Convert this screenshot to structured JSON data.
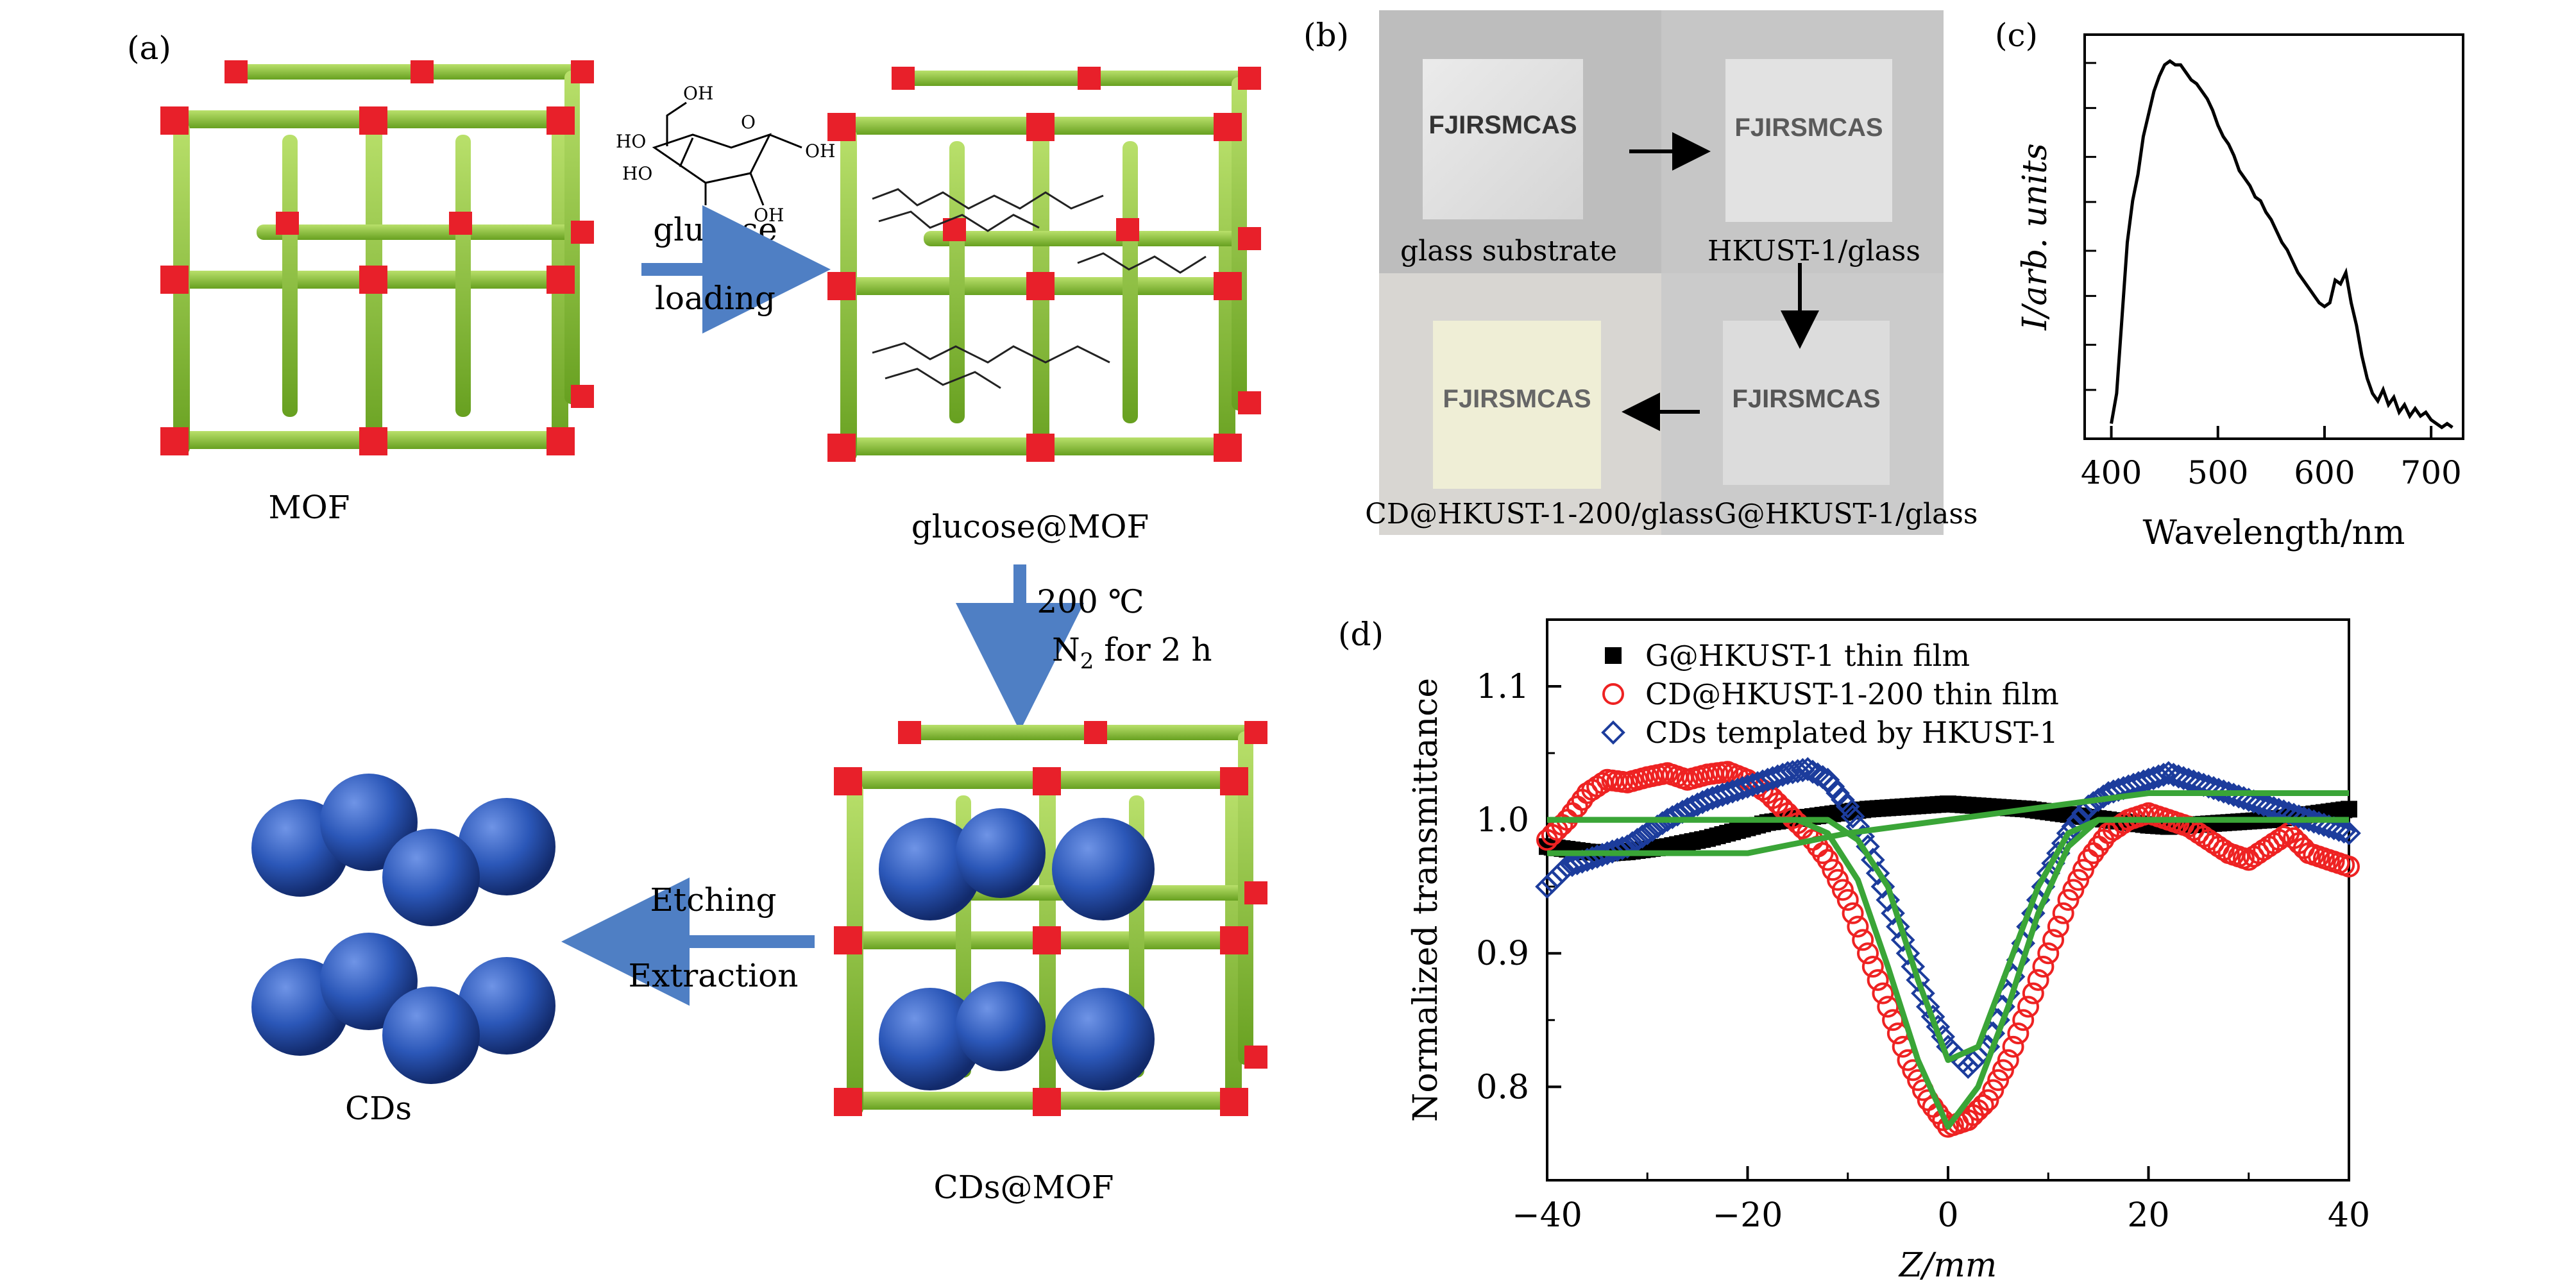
{
  "panel_a": {
    "label": "(a)",
    "mof_label": "MOF",
    "glucose_mof_label": "glucose@MOF",
    "cds_mof_label": "CDs@MOF",
    "cds_label": "CDs",
    "step1_top": "glucose",
    "step1_bottom": "loading",
    "step2_line1": "200 ℃",
    "step2_line2_n": "N",
    "step2_line2_sub": "2",
    "step2_line2_rest": " for 2 h",
    "step3_top": "Etching",
    "step3_bottom": "Extraction",
    "molecule_labels": [
      "OH",
      "O",
      "HO",
      "HO",
      "OH",
      "OH"
    ],
    "colors": {
      "linker": "#8cc63f",
      "node": "#e8202a",
      "sphere": "#2b57b8",
      "arrow": "#4f7fc4"
    }
  },
  "panel_b": {
    "label": "(b)",
    "substrate_text": "FJIRSMCAS",
    "captions": [
      "glass substrate",
      "HKUST-1/glass",
      "G@HKUST-1/glass",
      "CD@HKUST-1-200/glass"
    ]
  },
  "panel_c": {
    "label": "(c)",
    "chart_data": {
      "type": "line",
      "xlabel": "Wavelength/nm",
      "ylabel": "I/arb. units",
      "xlim": [
        375,
        730
      ],
      "xticks": [
        400,
        500,
        600,
        700
      ],
      "ylim": [
        0,
        1.07
      ],
      "series": [
        {
          "values": [
            [
              400,
              0.04
            ],
            [
              405,
              0.12
            ],
            [
              410,
              0.32
            ],
            [
              415,
              0.52
            ],
            [
              420,
              0.63
            ],
            [
              425,
              0.7
            ],
            [
              430,
              0.8
            ],
            [
              435,
              0.86
            ],
            [
              440,
              0.92
            ],
            [
              445,
              0.96
            ],
            [
              450,
              0.99
            ],
            [
              455,
              1.0
            ],
            [
              460,
              0.99
            ],
            [
              465,
              0.99
            ],
            [
              470,
              0.97
            ],
            [
              475,
              0.95
            ],
            [
              480,
              0.94
            ],
            [
              485,
              0.92
            ],
            [
              490,
              0.9
            ],
            [
              495,
              0.87
            ],
            [
              500,
              0.83
            ],
            [
              505,
              0.8
            ],
            [
              510,
              0.78
            ],
            [
              515,
              0.75
            ],
            [
              520,
              0.71
            ],
            [
              525,
              0.69
            ],
            [
              530,
              0.67
            ],
            [
              535,
              0.64
            ],
            [
              540,
              0.63
            ],
            [
              545,
              0.6
            ],
            [
              550,
              0.58
            ],
            [
              555,
              0.55
            ],
            [
              560,
              0.52
            ],
            [
              565,
              0.5
            ],
            [
              570,
              0.47
            ],
            [
              575,
              0.44
            ],
            [
              580,
              0.42
            ],
            [
              585,
              0.4
            ],
            [
              590,
              0.38
            ],
            [
              595,
              0.36
            ],
            [
              600,
              0.35
            ],
            [
              605,
              0.36
            ],
            [
              610,
              0.42
            ],
            [
              615,
              0.41
            ],
            [
              620,
              0.44
            ],
            [
              625,
              0.36
            ],
            [
              630,
              0.3
            ],
            [
              635,
              0.22
            ],
            [
              640,
              0.16
            ],
            [
              645,
              0.12
            ],
            [
              650,
              0.1
            ],
            [
              655,
              0.13
            ],
            [
              660,
              0.09
            ],
            [
              665,
              0.11
            ],
            [
              670,
              0.07
            ],
            [
              675,
              0.09
            ],
            [
              680,
              0.06
            ],
            [
              685,
              0.08
            ],
            [
              690,
              0.06
            ],
            [
              695,
              0.07
            ],
            [
              700,
              0.05
            ],
            [
              705,
              0.04
            ],
            [
              710,
              0.03
            ],
            [
              715,
              0.04
            ],
            [
              720,
              0.03
            ]
          ]
        }
      ]
    }
  },
  "panel_d": {
    "label": "(d)",
    "chart_data": {
      "type": "scatter",
      "xlabel": "Z/mm",
      "ylabel": "Normalized transmittance",
      "xlim": [
        -40,
        40
      ],
      "ylim": [
        0.73,
        1.15
      ],
      "xticks": [
        -40,
        -20,
        0,
        20,
        40
      ],
      "yticks": [
        0.8,
        0.9,
        1.0,
        1.1
      ],
      "tick_labels_x": [
        "−40",
        "−20",
        "0",
        "20",
        "40"
      ],
      "tick_labels_y": [
        "0.8",
        "0.9",
        "1.0",
        "1.1"
      ],
      "series": [
        {
          "name": "G@HKUST-1 thin film",
          "color": "#000000",
          "marker": "square",
          "values": [
            [
              -40,
              0.98
            ],
            [
              -38,
              0.978
            ],
            [
              -36,
              0.976
            ],
            [
              -34,
              0.975
            ],
            [
              -32,
              0.976
            ],
            [
              -30,
              0.978
            ],
            [
              -28,
              0.98
            ],
            [
              -26,
              0.983
            ],
            [
              -24,
              0.986
            ],
            [
              -22,
              0.99
            ],
            [
              -20,
              0.994
            ],
            [
              -18,
              0.998
            ],
            [
              -16,
              1.0
            ],
            [
              -14,
              1.002
            ],
            [
              -12,
              1.004
            ],
            [
              -10,
              1.006
            ],
            [
              -8,
              1.008
            ],
            [
              -6,
              1.009
            ],
            [
              -4,
              1.01
            ],
            [
              -2,
              1.011
            ],
            [
              0,
              1.012
            ],
            [
              2,
              1.011
            ],
            [
              4,
              1.01
            ],
            [
              6,
              1.009
            ],
            [
              8,
              1.008
            ],
            [
              10,
              1.006
            ],
            [
              12,
              1.004
            ],
            [
              14,
              1.002
            ],
            [
              16,
              1.0
            ],
            [
              18,
              0.998
            ],
            [
              20,
              0.996
            ],
            [
              22,
              0.995
            ],
            [
              24,
              0.996
            ],
            [
              26,
              0.997
            ],
            [
              28,
              0.998
            ],
            [
              30,
              0.999
            ],
            [
              32,
              1.0
            ],
            [
              34,
              1.002
            ],
            [
              36,
              1.004
            ],
            [
              38,
              1.006
            ],
            [
              40,
              1.008
            ]
          ]
        },
        {
          "name": "CD@HKUST-1-200 thin film",
          "color": "#ee2222",
          "marker": "circle",
          "values": [
            [
              -40,
              0.985
            ],
            [
              -38,
              1.0
            ],
            [
              -36,
              1.02
            ],
            [
              -34,
              1.03
            ],
            [
              -32,
              1.028
            ],
            [
              -30,
              1.032
            ],
            [
              -28,
              1.035
            ],
            [
              -26,
              1.03
            ],
            [
              -24,
              1.034
            ],
            [
              -22,
              1.036
            ],
            [
              -20,
              1.03
            ],
            [
              -18,
              1.02
            ],
            [
              -16,
              1.005
            ],
            [
              -14,
              0.99
            ],
            [
              -12,
              0.97
            ],
            [
              -10,
              0.94
            ],
            [
              -8,
              0.9
            ],
            [
              -6,
              0.86
            ],
            [
              -4,
              0.82
            ],
            [
              -2,
              0.79
            ],
            [
              0,
              0.77
            ],
            [
              2,
              0.775
            ],
            [
              4,
              0.79
            ],
            [
              6,
              0.82
            ],
            [
              8,
              0.86
            ],
            [
              10,
              0.9
            ],
            [
              12,
              0.94
            ],
            [
              14,
              0.97
            ],
            [
              16,
              0.99
            ],
            [
              18,
              1.0
            ],
            [
              20,
              1.005
            ],
            [
              22,
              1.0
            ],
            [
              24,
              0.995
            ],
            [
              26,
              0.985
            ],
            [
              28,
              0.975
            ],
            [
              30,
              0.97
            ],
            [
              32,
              0.98
            ],
            [
              34,
              0.99
            ],
            [
              36,
              0.975
            ],
            [
              38,
              0.97
            ],
            [
              40,
              0.965
            ]
          ]
        },
        {
          "name": "CDs templated by HKUST-1",
          "color": "#1c3c9c",
          "marker": "diamond",
          "values": [
            [
              -40,
              0.95
            ],
            [
              -38,
              0.965
            ],
            [
              -36,
              0.97
            ],
            [
              -34,
              0.975
            ],
            [
              -32,
              0.98
            ],
            [
              -30,
              0.99
            ],
            [
              -28,
              1.0
            ],
            [
              -26,
              1.008
            ],
            [
              -24,
              1.015
            ],
            [
              -22,
              1.02
            ],
            [
              -20,
              1.025
            ],
            [
              -18,
              1.03
            ],
            [
              -16,
              1.035
            ],
            [
              -14,
              1.038
            ],
            [
              -12,
              1.03
            ],
            [
              -10,
              1.01
            ],
            [
              -8,
              0.98
            ],
            [
              -6,
              0.94
            ],
            [
              -4,
              0.9
            ],
            [
              -2,
              0.86
            ],
            [
              0,
              0.83
            ],
            [
              2,
              0.815
            ],
            [
              4,
              0.83
            ],
            [
              6,
              0.87
            ],
            [
              8,
              0.92
            ],
            [
              10,
              0.96
            ],
            [
              12,
              0.99
            ],
            [
              14,
              1.01
            ],
            [
              16,
              1.02
            ],
            [
              18,
              1.025
            ],
            [
              20,
              1.03
            ],
            [
              22,
              1.035
            ],
            [
              24,
              1.03
            ],
            [
              26,
              1.025
            ],
            [
              28,
              1.02
            ],
            [
              30,
              1.015
            ],
            [
              32,
              1.01
            ],
            [
              34,
              1.005
            ],
            [
              36,
              1.0
            ],
            [
              38,
              0.995
            ],
            [
              40,
              0.99
            ]
          ]
        }
      ],
      "fits": [
        {
          "color": "#3aa537",
          "values": [
            [
              -40,
              0.975
            ],
            [
              -20,
              0.975
            ],
            [
              -10,
              0.99
            ],
            [
              0,
              1.0
            ],
            [
              10,
              1.01
            ],
            [
              20,
              1.02
            ],
            [
              40,
              1.02
            ]
          ]
        },
        {
          "color": "#3aa537",
          "values": [
            [
              -40,
              1.0
            ],
            [
              -15,
              1.0
            ],
            [
              -12,
              0.99
            ],
            [
              -9,
              0.955
            ],
            [
              -6,
              0.89
            ],
            [
              -3,
              0.82
            ],
            [
              0,
              0.77
            ],
            [
              3,
              0.8
            ],
            [
              6,
              0.86
            ],
            [
              9,
              0.93
            ],
            [
              12,
              0.98
            ],
            [
              15,
              1.0
            ],
            [
              40,
              1.0
            ]
          ]
        },
        {
          "color": "#3aa537",
          "values": [
            [
              -40,
              1.0
            ],
            [
              -12,
              1.0
            ],
            [
              -9,
              0.985
            ],
            [
              -6,
              0.95
            ],
            [
              -3,
              0.88
            ],
            [
              0,
              0.82
            ],
            [
              3,
              0.83
            ],
            [
              6,
              0.89
            ],
            [
              9,
              0.95
            ],
            [
              12,
              0.99
            ],
            [
              15,
              1.0
            ],
            [
              40,
              1.0
            ]
          ]
        }
      ]
    }
  }
}
